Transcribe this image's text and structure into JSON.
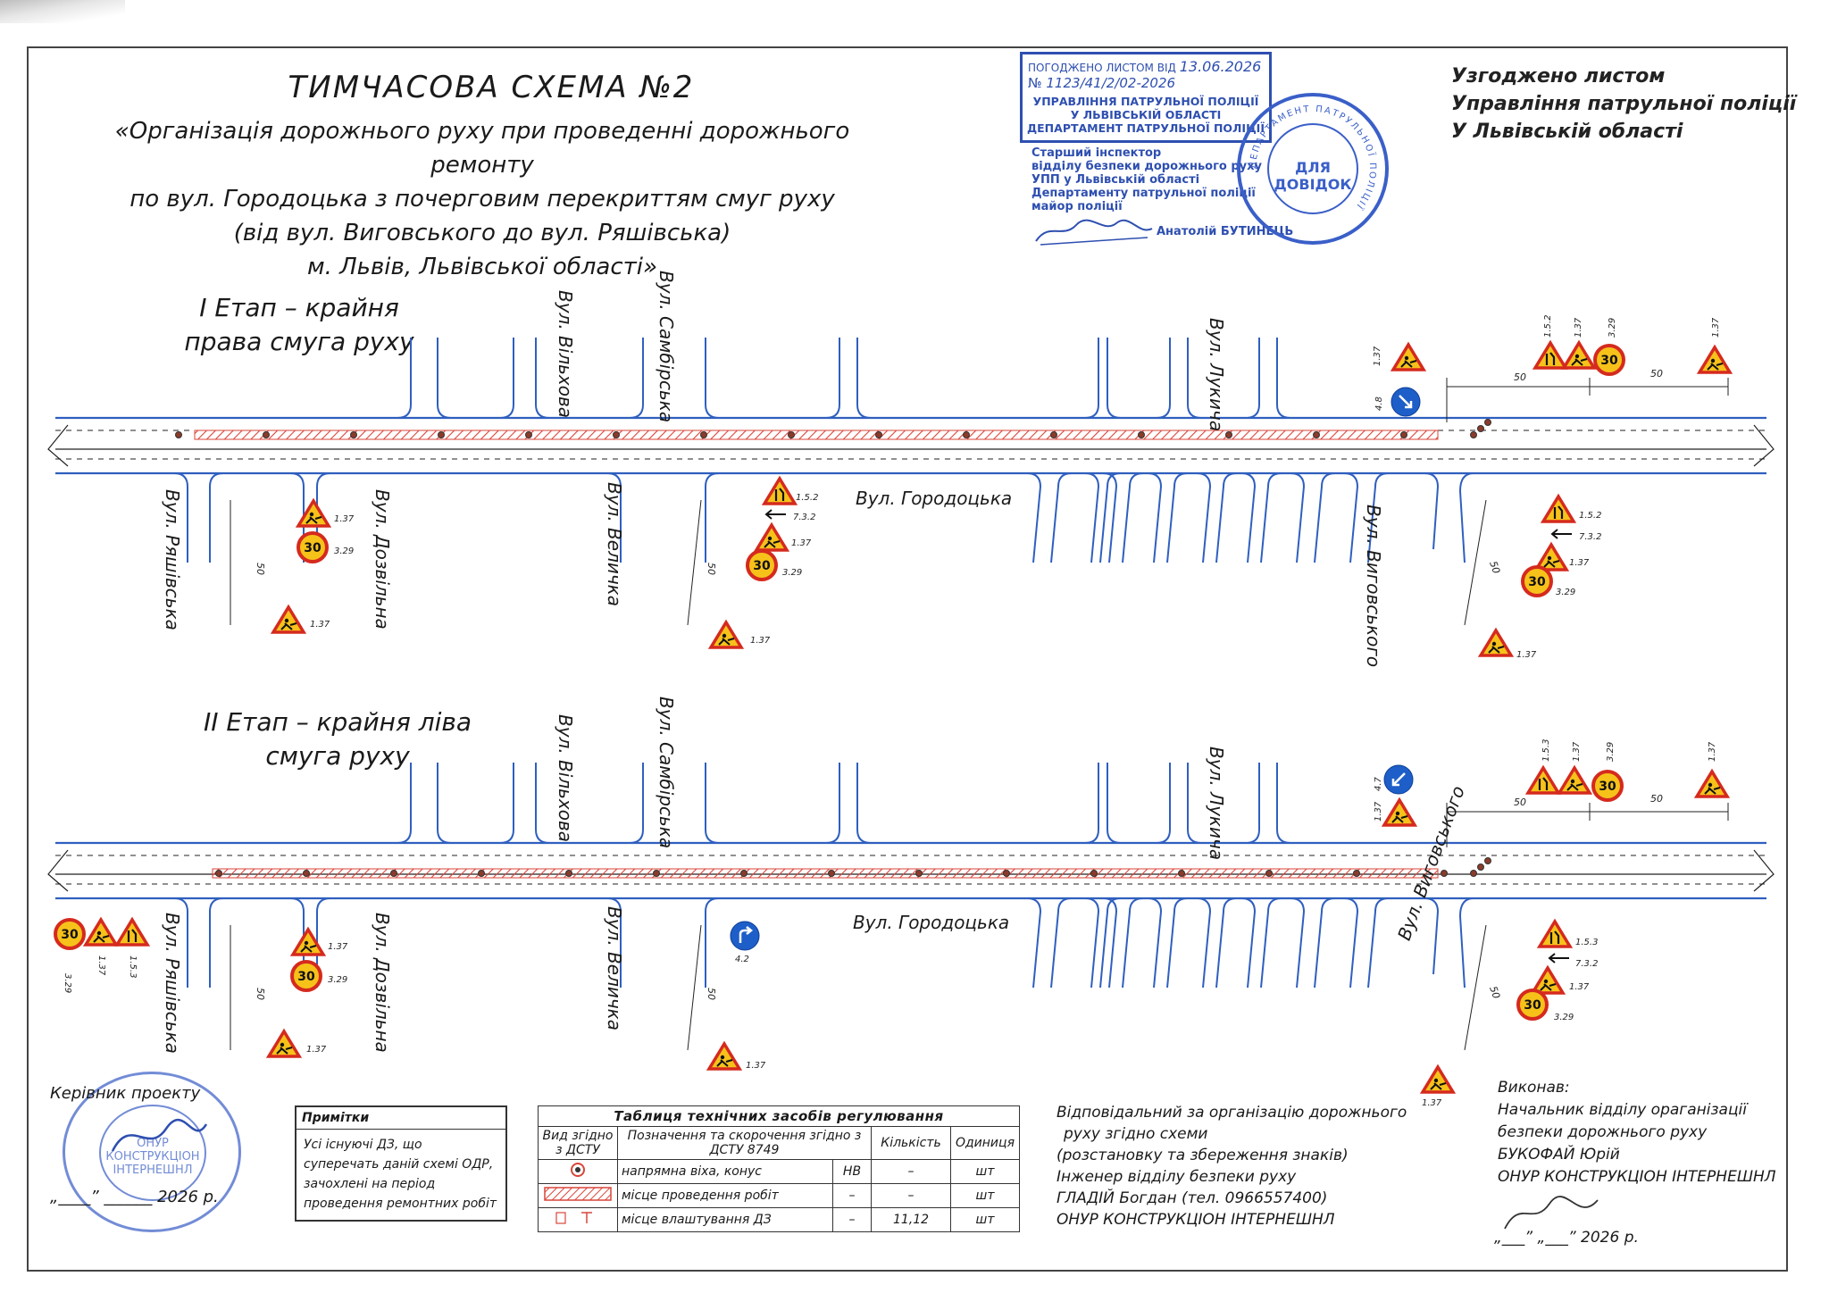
{
  "title": "ТИМЧАСОВА СХЕМА №2",
  "subtitle_lines": [
    "«Організація дорожнього руху при проведенні дорожнього ремонту",
    "по вул. Городоцька з почерговим перекриттям смуг руху",
    "(від вул. Виговського до вул. Ряшівська)",
    "м. Львів, Львівської області»"
  ],
  "approval": {
    "line1": "Узгоджено листом",
    "line2": "Управління патрульної поліції",
    "line3": "У Львівській області"
  },
  "police_stamp": {
    "agreed_label": "ПОГОДЖЕНО ЛИСТОМ ВІД",
    "agreed_date": "13.06.2026",
    "number_label": "№",
    "number": "1123/41/2/02-2026",
    "org_line1": "УПРАВЛІННЯ ПАТРУЛЬНОЇ ПОЛІЦІЇ",
    "org_line2": "У ЛЬВІВСЬКІЙ ОБЛАСТІ",
    "org_line3": "ДЕПАРТАМЕНТ ПАТРУЛЬНОЇ ПОЛІЦІЇ",
    "signer_lines": [
      "Старший інспектор",
      "відділу безпеки дорожнього руху",
      "УПП у Львівській області",
      "Департаменту патрульної поліції",
      "майор поліції"
    ],
    "signer_name": "Анатолій БУТИНЕЦЬ"
  },
  "round_stamp": {
    "center_line1": "ДЛЯ",
    "center_line2": "ДОВІДОК",
    "ring_text": "ДЕПАРТАМЕНТ ПАТРУЛЬНОЇ ПОЛІЦІЇ"
  },
  "stage1": {
    "label_line1": "I Етап – крайня",
    "label_line2": "права смуга руху",
    "main_street": "Вул. Городоцька",
    "streets_top": [
      "Вул. Вільхова",
      "Вул. Самбірська",
      "Вул. Лукича"
    ],
    "streets_bottom": [
      "Вул. Ряшівська",
      "Вул. Дозвільна",
      "Вул. Величка",
      "Вул. Виговського"
    ],
    "sign_codes": [
      "1.37",
      "3.29",
      "1.5.2",
      "7.3.2",
      "4.8"
    ],
    "distances": [
      "50",
      "50",
      "50"
    ]
  },
  "stage2": {
    "label_line1": "II Етап – крайня ліва",
    "label_line2": "смуга руху",
    "main_street": "Вул. Городоцька",
    "streets_top": [
      "Вул. Вільхова",
      "Вул. Самбірська",
      "Вул. Лукича"
    ],
    "streets_bottom": [
      "Вул. Ряшівська",
      "Вул. Дозвільна",
      "Вул. Величка",
      "Вул. Виговського"
    ],
    "sign_codes": [
      "1.37",
      "3.29",
      "1.5.3",
      "7.3.2",
      "4.7",
      "4.2"
    ],
    "distances": [
      "50",
      "50",
      "50"
    ]
  },
  "speed_limit": "30",
  "notes": {
    "header": "Примітки",
    "body": "Усі існуючі ДЗ, що суперечать даній схемі ОДР, зачохлені на період проведення ремонтних робіт"
  },
  "tech_table": {
    "caption": "Таблиця технічних засобів регулювання",
    "headers": [
      "Вид згідно з ДСТУ",
      "Позначення та скорочення згідно з ДСТУ 8749",
      "",
      "Кількість",
      "Одиниця"
    ],
    "rows": [
      {
        "desc": "напрямна віха, конус",
        "abbr": "НВ",
        "qty": "–",
        "unit": "шт"
      },
      {
        "desc": "місце проведення робіт",
        "abbr": "–",
        "qty": "–",
        "unit": "шт"
      },
      {
        "desc": "місце влаштування ДЗ",
        "abbr": "–",
        "qty": "11,12",
        "unit": "шт"
      }
    ]
  },
  "responsible": {
    "lines": [
      "Відповідальний за організацію дорожнього",
      "руху згідно схеми",
      "(розстановку та збереження знаків)",
      "Інженер відділу безпеки руху",
      "ГЛАДІЙ Богдан (тел. 0966557400)",
      "ОНУР КОНСТРУКЦІОН ІНТЕРНЕШНЛ"
    ]
  },
  "executor": {
    "lines": [
      "Виконав:",
      "Начальник відділу орагані­зації",
      "безпеки дорожнього руху",
      "БУКОФАЙ Юрій",
      "ОНУР КОНСТРУКЦІОН ІНТЕРНЕШНЛ"
    ],
    "date": "„___” „___” 2026 р."
  },
  "manager": {
    "label": "Керівник проекту",
    "date": "„____” ______ 2026 р."
  },
  "manager_seal": {
    "text": "ОНУР КОНСТРУКЦІОН ІНТЕРНЕШНЛ"
  },
  "colors": {
    "road": "#2f5fbf",
    "work_zone": "#d9453a",
    "sign_border": "#d52a1e",
    "sign_fill": "#f6c21a",
    "stamp": "#2e4fb0"
  }
}
